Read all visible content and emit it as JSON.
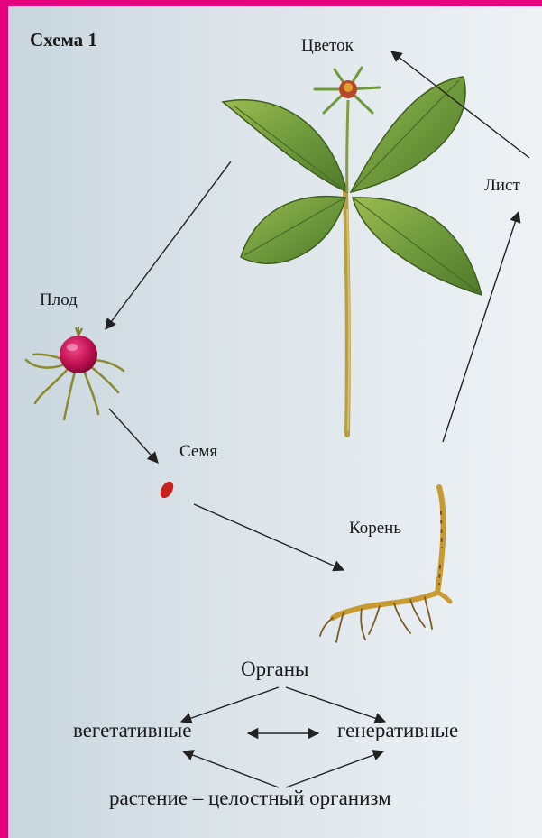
{
  "scheme_title": "Схема 1",
  "labels": {
    "flower": "Цветок",
    "leaf": "Лист",
    "fruit": "Плод",
    "seed": "Семя",
    "root": "Корень"
  },
  "bottom": {
    "organs": "Органы",
    "vegetative": "вегетативные",
    "generative": "генеративные",
    "conclusion": "растение – целостный организм"
  },
  "colors": {
    "frame": "#e6007e",
    "leaf": "#6f9a3c",
    "fruit": "#c01050",
    "seed": "#c8201a",
    "root": "#c99a30"
  }
}
